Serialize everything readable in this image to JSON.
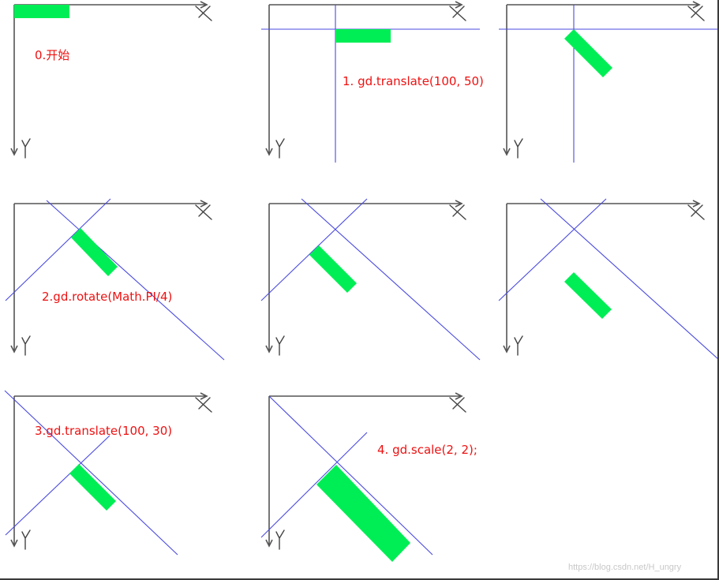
{
  "panels": [
    {
      "label": "0.开始"
    },
    {
      "label": "1. gd.translate(100, 50)"
    },
    {
      "label": ""
    },
    {
      "label": "2.gd.rotate(Math.PI/4)"
    },
    {
      "label": ""
    },
    {
      "label": ""
    },
    {
      "label": "3.gd.translate(100, 30)"
    },
    {
      "label": "4. gd.scale(2, 2);"
    }
  ],
  "watermark": "https://blog.csdn.net/H_ungry",
  "colors": {
    "label": "#ee1111",
    "rect": "#00ee55",
    "guide": "#4a4adf",
    "axis": "#555555"
  }
}
